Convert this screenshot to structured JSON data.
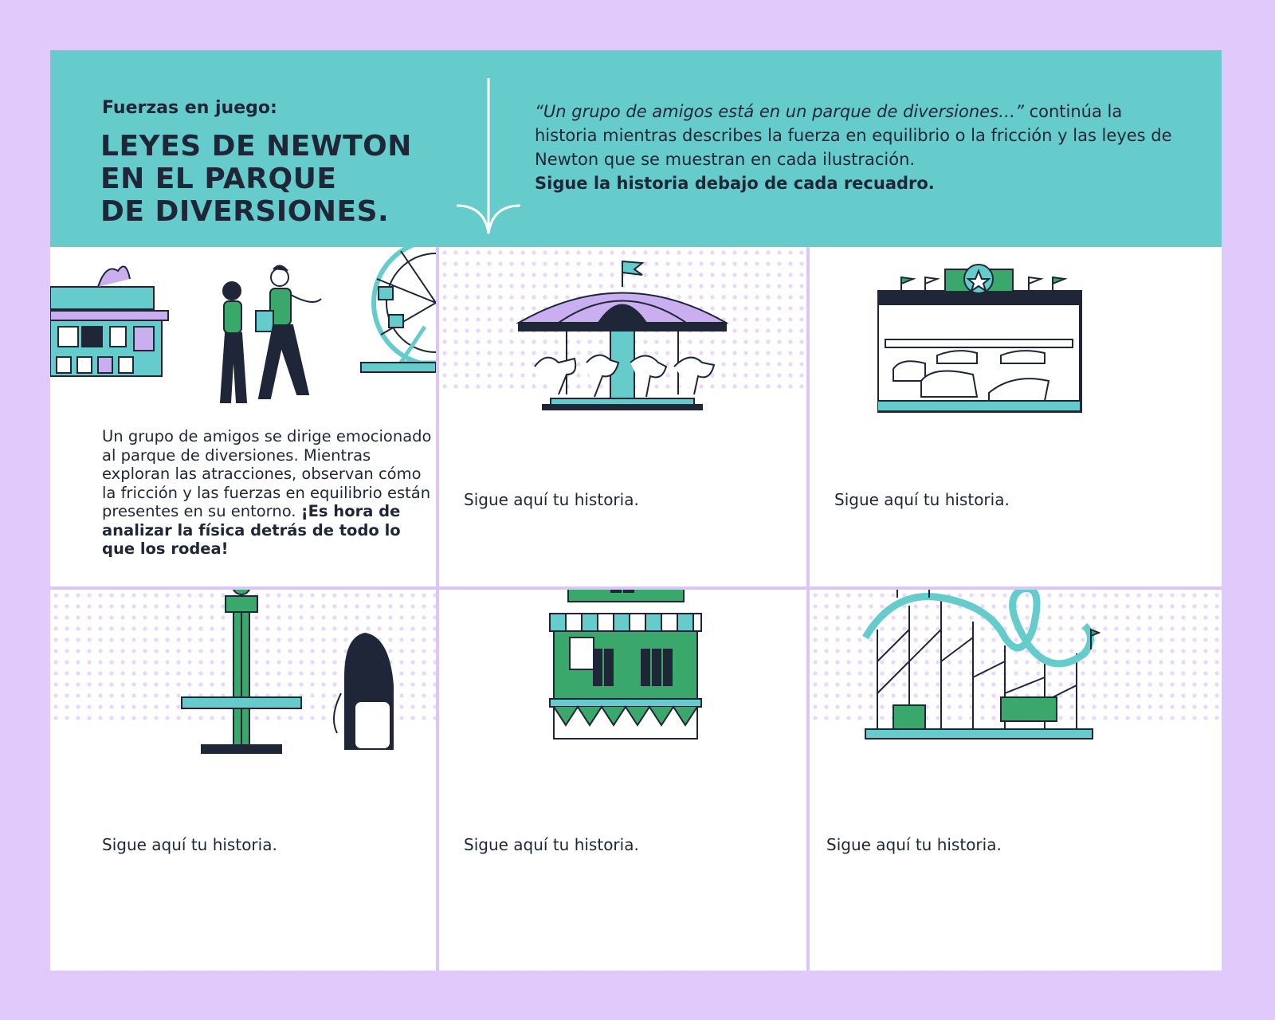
{
  "header": {
    "kicker": "Fuerzas en juego:",
    "title_lines": [
      "LEYES DE NEWTON",
      "EN EL PARQUE",
      "DE DIVERSIONES."
    ],
    "intro_italic": "“Un grupo de amigos está en un parque de diversiones…”",
    "intro_text": " continúa la historia mientras describes la fuerza en equilibrio o la fricción y las leyes de Newton que se muestran en cada ilustración.",
    "intro_bold": "Sigue la historia debajo de cada recuadro."
  },
  "panels": [
    {
      "illustration": "ticket-booth-friends-ferris-wheel",
      "story_text": "Un grupo de amigos se dirige emocionado al parque de diversiones. Mientras exploran las atracciones, observan cómo la fricción y las fuerzas en equilibrio están presentes en su entorno. ",
      "story_bold": "¡Es hora de analizar la física detrás de todo lo que los rodea!"
    },
    {
      "illustration": "carousel",
      "prompt": "Sigue aquí tu historia."
    },
    {
      "illustration": "bumper-cars",
      "prompt": "Sigue aquí tu historia."
    },
    {
      "illustration": "drop-tower",
      "prompt": "Sigue aquí tu historia."
    },
    {
      "illustration": "drinks-stand",
      "prompt": "Sigue aquí tu historia."
    },
    {
      "illustration": "roller-coaster",
      "prompt": "Sigue aquí tu historia."
    }
  ],
  "colors": {
    "background": "#e0c9fb",
    "header": "#66cccb",
    "ink": "#1f2637",
    "teal": "#66cccb",
    "green": "#3aa86b",
    "lavender": "#c9aef0"
  }
}
